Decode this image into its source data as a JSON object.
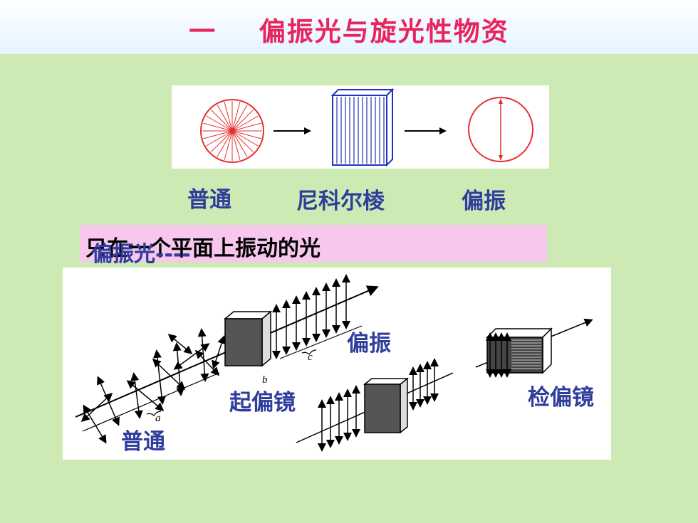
{
  "title": "一    偏振光与旋光性物资",
  "top_figure": {
    "labels": [
      "普通",
      "尼科尔棱",
      "偏振"
    ]
  },
  "definition": {
    "term": "偏振光----",
    "text": "只在一个平面上振动的光"
  },
  "bottom_figure": {
    "labels": {
      "ordinary": "普通",
      "polarizer": "起偏镜",
      "polarized": "偏振",
      "analyzer": "检偏镜"
    },
    "letters": [
      "a",
      "b",
      "c"
    ]
  },
  "colors": {
    "title": "#e8245f",
    "label": "#2f3d9c",
    "background": "#cdeab4",
    "definition_bg": "#f7c7ee",
    "circle": "#e63030",
    "prism": "#2233bb"
  }
}
